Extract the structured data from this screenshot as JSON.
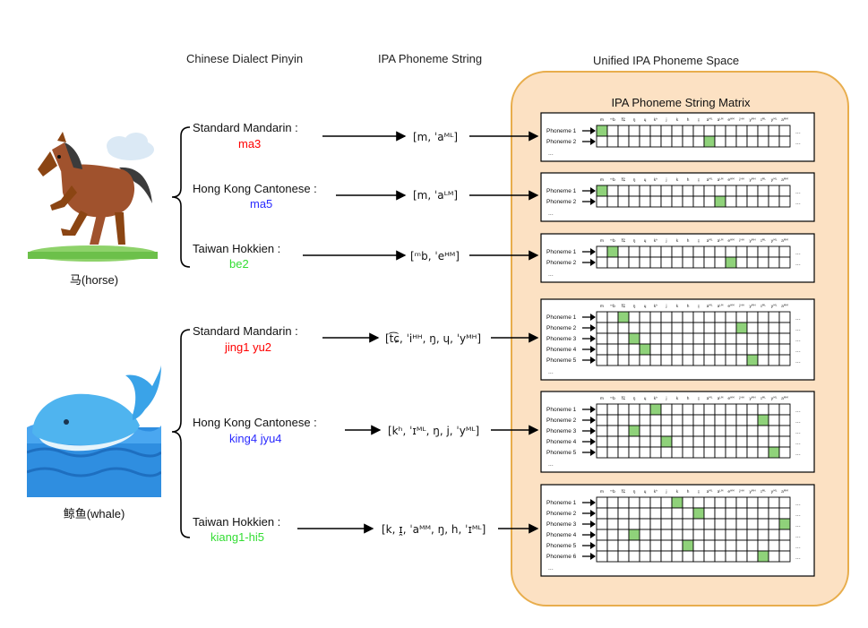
{
  "headers": {
    "pinyin": "Chinese Dialect Pinyin",
    "ipa": "IPA Phoneme String",
    "unified": "Unified IPA Phoneme Space",
    "matrix": "IPA Phoneme String Matrix"
  },
  "animals": [
    {
      "caption": "马(horse)",
      "dialects": [
        {
          "name": "Standard Mandarin :",
          "pinyin": "ma3",
          "pinyin_color": "#ff0000",
          "ipa": "[m, ˈaᴹᴸ]"
        },
        {
          "name": "Hong Kong Cantonese :",
          "pinyin": "ma5",
          "pinyin_color": "#2a2aff",
          "ipa": "[m, ˈaᴸᴹ]"
        },
        {
          "name": "Taiwan Hokkien :",
          "pinyin": "be2",
          "pinyin_color": "#33dd33",
          "ipa": "[ᵐb, ˈeᴴᴹ]"
        }
      ]
    },
    {
      "caption": "鲸鱼(whale)",
      "dialects": [
        {
          "name": "Standard Mandarin :",
          "pinyin": "jing1 yu2",
          "pinyin_color": "#ff0000",
          "ipa": "[t͡ɕ, ˈiᴴᴴ, ŋ, ɥ, ˈyᴹᴴ]"
        },
        {
          "name": "Hong Kong Cantonese :",
          "pinyin": "king4 jyu4",
          "pinyin_color": "#2a2aff",
          "ipa": "[kʰ, ˈɪᴹᴸ, ŋ, j, ˈyᴹᴸ]"
        },
        {
          "name": "Taiwan Hokkien :",
          "pinyin": "kiang1-hi5",
          "pinyin_color": "#33dd33",
          "ipa": "[k, ɪ̯, ˈaᴹᴹ, ŋ, h, ˈɪᴹᴸ]"
        }
      ]
    }
  ],
  "matrix": {
    "columns": [
      "m",
      "ᵐb",
      "t͡ɕ",
      "ŋ",
      "ɥ",
      "kʰ",
      "j",
      "k",
      "h",
      "ɪ̯",
      "aᴹᴸ",
      "aᴸᴹ",
      "eᴴᴹ",
      "iᴴᴴ",
      "yᴹᴴ",
      "ɪᴹᴸ",
      "yᴹᴸ",
      "aᴹᴹ"
    ],
    "row_label_prefix": "Phoneme",
    "ellipsis": "...",
    "highlight_color": "#8fd27a",
    "matrices": [
      {
        "rows": 2,
        "cells": [
          0,
          10
        ]
      },
      {
        "rows": 2,
        "cells": [
          0,
          11
        ]
      },
      {
        "rows": 2,
        "cells": [
          1,
          12
        ]
      },
      {
        "rows": 5,
        "cells": [
          2,
          13,
          3,
          4,
          14
        ]
      },
      {
        "rows": 5,
        "cells": [
          5,
          15,
          3,
          6,
          16
        ]
      },
      {
        "rows": 6,
        "cells": [
          7,
          9,
          17,
          3,
          8,
          15
        ]
      }
    ]
  }
}
